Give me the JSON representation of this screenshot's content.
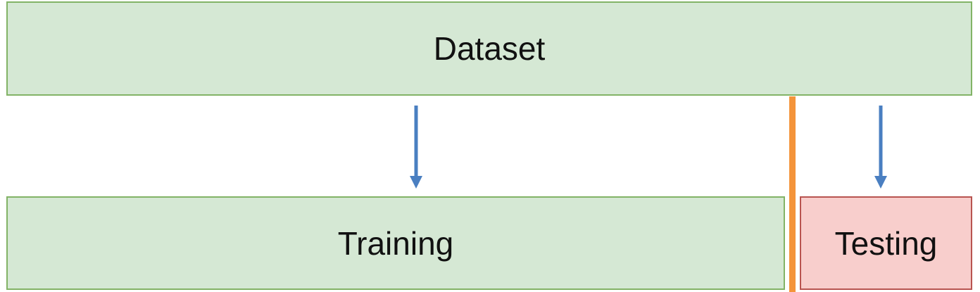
{
  "diagram": {
    "dataset_label": "Dataset",
    "training_label": "Training",
    "testing_label": "Testing"
  },
  "colors": {
    "green_fill": "#d5e8d4",
    "green_stroke": "#82b366",
    "red_fill": "#f8cecc",
    "red_stroke": "#b85450",
    "arrow": "#4a7fc1",
    "split_line": "#f4943a"
  }
}
